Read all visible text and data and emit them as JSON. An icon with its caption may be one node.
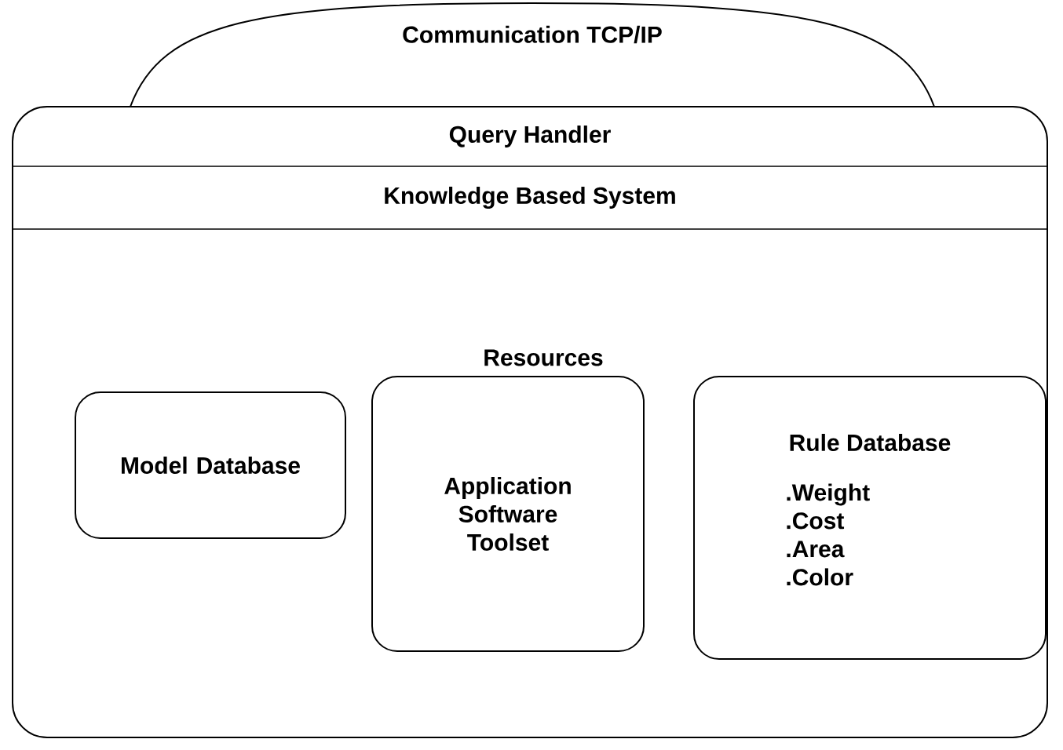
{
  "diagram": {
    "nodes": [
      {
        "text": [
          "Communication TCP/IP"
        ]
      },
      {
        "text": [
          "Resources"
        ]
      },
      {
        "text": [
          "Query Handler"
        ],
        "in": 1
      },
      {
        "text": [
          "Knowledge Based System"
        ],
        "in": 1
      },
      {
        "text": [
          "Model Database"
        ],
        "in": 1
      },
      {
        "text": [
          "Application Software Toolset"
        ],
        "in": 1
      },
      {
        "text": [
          "Rule Database",
          ".Weight",
          ".Cost",
          ".Area",
          ".Color"
        ],
        "in": 1
      }
    ]
  }
}
